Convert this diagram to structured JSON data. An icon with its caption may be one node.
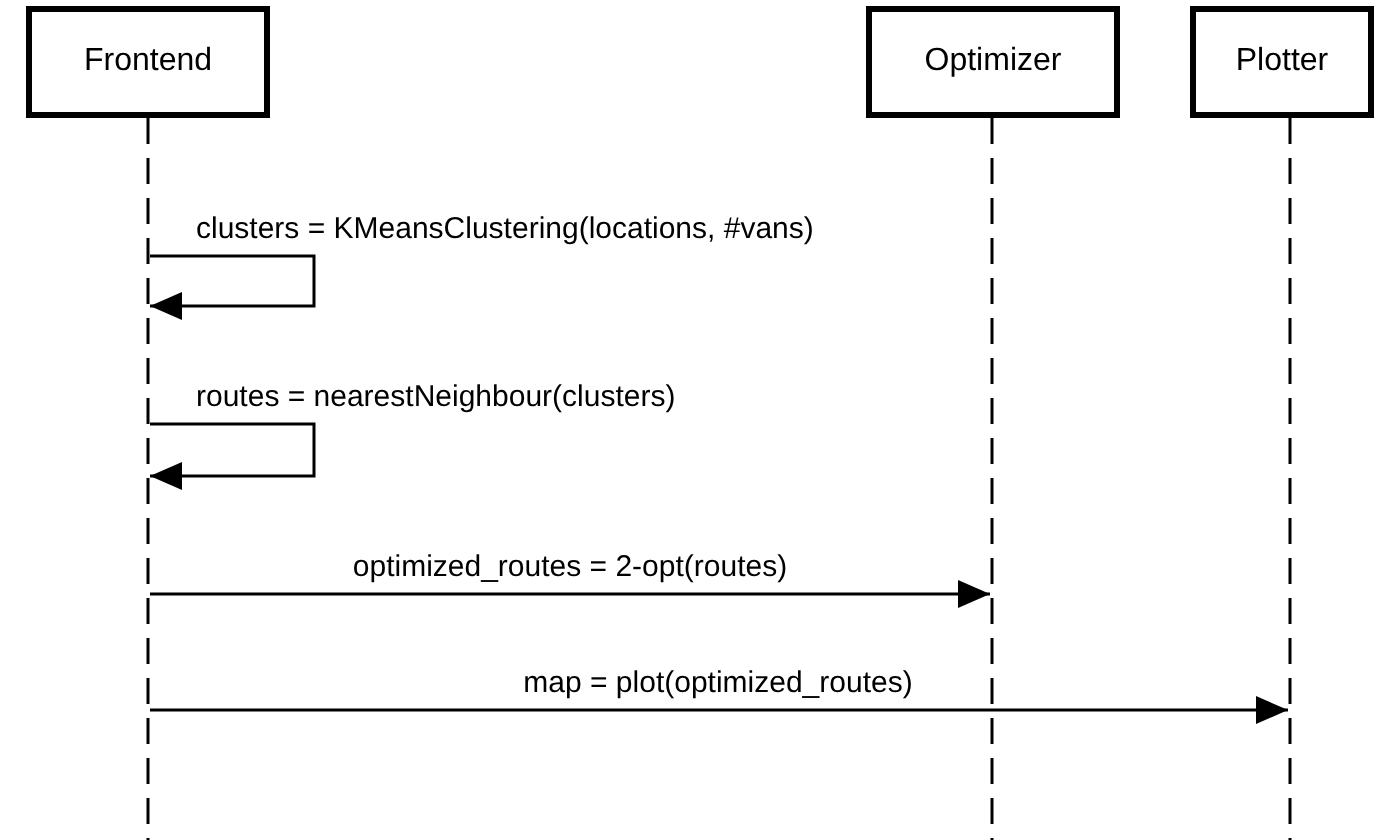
{
  "diagram": {
    "nodes": [
      {
        "text": [
          "Frontend"
        ]
      },
      {
        "text": [
          "Optimizer"
        ]
      },
      {
        "text": [
          "Plotter"
        ]
      },
      {
        "text": [],
        "shape": "line"
      },
      {
        "text": [],
        "shape": "line"
      },
      {
        "text": [],
        "shape": "line"
      }
    ],
    "edges": [
      {
        "from": 3,
        "to": 3,
        "arrow": "to",
        "label": "clusters = KMeansClustering(locations, #vans)"
      },
      {
        "from": 3,
        "to": 3,
        "arrow": "to",
        "label": "routes = nearestNeighbour(clusters)"
      },
      {
        "from": 3,
        "to": 4,
        "arrow": "to",
        "label": "optimized_routes = 2-opt(routes)"
      },
      {
        "from": 3,
        "to": 5,
        "arrow": "to",
        "label": "map = plot(optimized_routes)"
      }
    ]
  }
}
